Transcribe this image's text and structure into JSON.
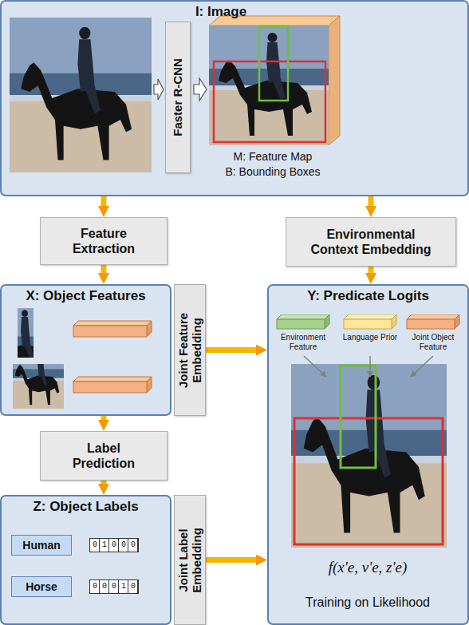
{
  "diagram": {
    "nodes": [
      {
        "text": [
          "I: Image"
        ]
      },
      {
        "text": [
          "Faster R-CNN"
        ],
        "in": 0
      },
      {
        "text": [
          "Feature Extraction"
        ]
      },
      {
        "text": [
          "Environmental Context Embedding"
        ]
      },
      {
        "text": [
          "X: Object Features"
        ]
      },
      {
        "text": [
          "Joint Feature Embedding"
        ]
      },
      {
        "text": [
          "Y: Predicate Logits"
        ]
      },
      {
        "text": [
          "Environment Feature"
        ],
        "in": 6
      },
      {
        "text": [
          "Language Prior"
        ],
        "in": 6
      },
      {
        "text": [
          "Joint Object Feature"
        ],
        "in": 6
      },
      {
        "text": [
          "Label Prediction"
        ]
      },
      {
        "text": [
          "Z: Object Labels"
        ]
      },
      {
        "text": [
          "Human"
        ],
        "in": 11
      },
      {
        "text": [
          "0 1 0 0 0"
        ],
        "in": 11
      },
      {
        "text": [
          "Horse"
        ],
        "in": 11
      },
      {
        "text": [
          "0 0 0 1 0"
        ],
        "in": 11
      },
      {
        "text": [
          "Joint Label Embedding"
        ]
      }
    ],
    "edges": [
      {
        "from": 0,
        "to": 2,
        "arrow": "to"
      },
      {
        "from": 0,
        "to": 3,
        "arrow": "to"
      },
      {
        "from": 2,
        "to": 4,
        "arrow": "to"
      },
      {
        "from": 3,
        "to": 6,
        "arrow": "to"
      },
      {
        "from": 5,
        "to": 6,
        "arrow": "to"
      },
      {
        "from": 4,
        "to": 10,
        "arrow": "to"
      },
      {
        "from": 10,
        "to": 11,
        "arrow": "to"
      },
      {
        "from": 16,
        "to": 6,
        "arrow": "to"
      }
    ],
    "labels": [
      "M: Feature Map",
      "B: Bounding Boxes",
      "f(x'e, v'e, z'e)",
      "Training on Likelihood"
    ]
  }
}
